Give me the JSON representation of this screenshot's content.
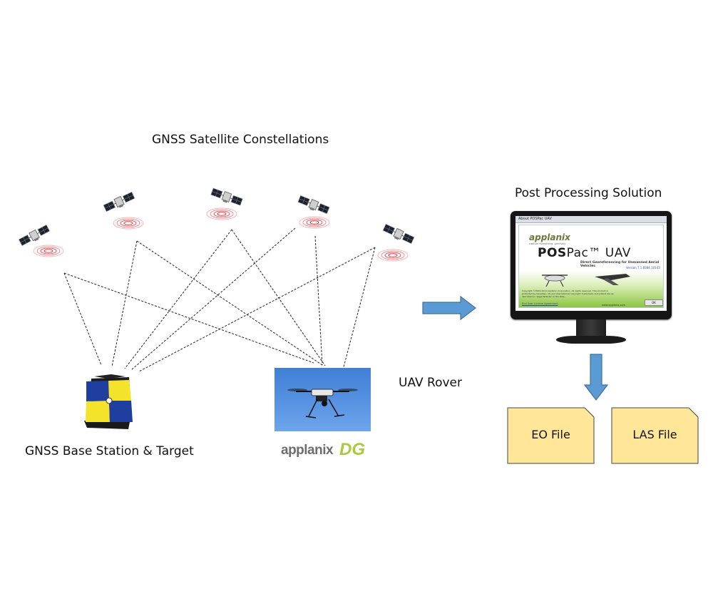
{
  "labels": {
    "constellations": "GNSS Satellite Constellations",
    "post_processing": "Post Processing Solution",
    "uav_rover": "UAV Rover",
    "base_station": "GNSS Base Station & Target"
  },
  "files": [
    {
      "label": "EO File"
    },
    {
      "label": "LAS File"
    }
  ],
  "software": {
    "window_title": "About POSPac UAV",
    "brand": "applanix",
    "brand_tagline": "capture everything. precisely.",
    "product_prefix": "POS",
    "product_suffix": "Pac™ UAV",
    "product_subtitle": "Direct Georeferencing for Unmanned Aerial Vehicles",
    "version": "Version 7.1.8384.10143",
    "copyright": "Copyright ©2009-2014 Applanix Corporation. All rights reserved. This product is protected by Canadian, US and international copyright, trademark, and patent law as described in \"Legal Notices\" in the Help.",
    "ok_label": "OK",
    "license_link": "End User License Agreement",
    "website": "www.applanix.com"
  },
  "logos": {
    "company": "applanix",
    "dg": "DG"
  },
  "colors": {
    "arrow": "#5b9bd5",
    "arrow_border": "#41719c",
    "file_fill": "#ffe699",
    "file_border": "#444444",
    "target_blue": "#1f3fa0",
    "target_yellow": "#f5e22a",
    "signal": "#e8525a"
  }
}
